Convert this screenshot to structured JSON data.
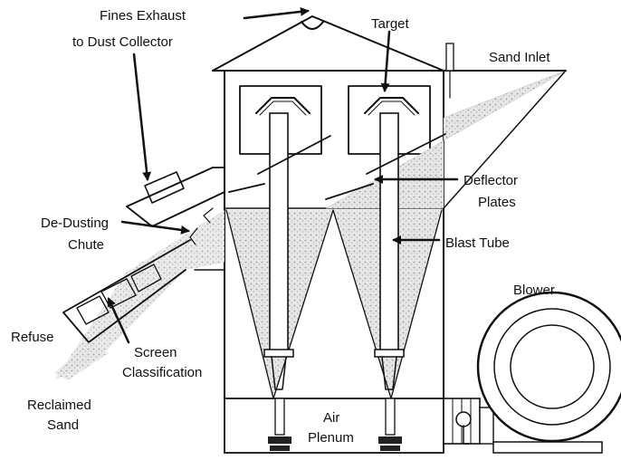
{
  "labels": {
    "fines_exhaust_line1": "Fines Exhaust",
    "fines_exhaust_line2": "to Dust Collector",
    "target": "Target",
    "sand_inlet": "Sand Inlet",
    "de_dusting_line1": "De-Dusting",
    "de_dusting_line2": "Chute",
    "deflector_line1": "Deflector",
    "deflector_line2": "Plates",
    "blast_tube": "Blast Tube",
    "blower": "Blower",
    "refuse": "Refuse",
    "screen_line1": "Screen",
    "screen_line2": "Classification",
    "reclaimed_line1": "Reclaimed",
    "reclaimed_line2": "Sand",
    "air_line1": "Air",
    "air_line2": "Plenum"
  },
  "colors": {
    "ink": "#111111",
    "sand": "#c9c9c9",
    "background": "#ffffff"
  }
}
